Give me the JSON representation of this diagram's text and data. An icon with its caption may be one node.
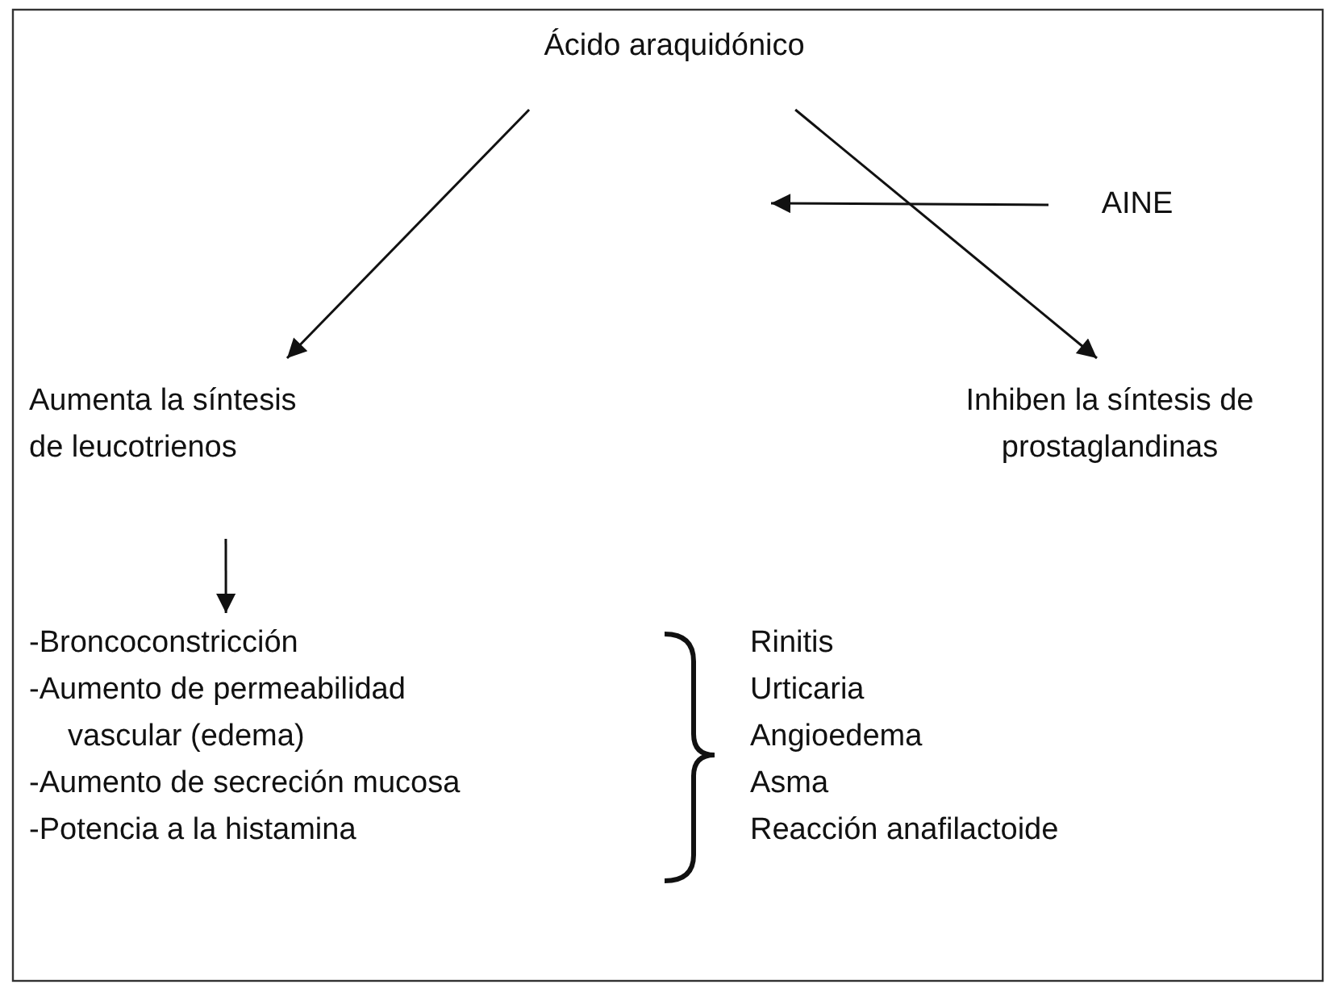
{
  "diagram": {
    "nodes": [
      {
        "text": [
          "Ácido araquidónico"
        ]
      },
      {
        "text": [
          "Aumenta la síntesis de leucotrienos"
        ]
      },
      {
        "text": [
          "Inhiben la síntesis de prostaglandinas"
        ]
      },
      {
        "text": [
          "AINE"
        ]
      },
      {
        "text": [
          "-Broncoconstricción",
          "-Aumento de permeabilidad vascular (edema)",
          "-Aumento de secreción mucosa",
          "-Potencia a la histamina"
        ]
      }
    ],
    "edges": [
      {
        "from": 0,
        "to": 1,
        "arrow": "to"
      },
      {
        "from": 0,
        "to": 2,
        "arrow": "to"
      },
      {
        "from": 3,
        "to": null,
        "arrow": "to"
      },
      {
        "from": 1,
        "to": 4,
        "arrow": "to"
      }
    ],
    "labels": [
      "Rinitis",
      "Urticaria",
      "Angioedema",
      "Asma",
      "Reacción anafilactoide"
    ]
  }
}
